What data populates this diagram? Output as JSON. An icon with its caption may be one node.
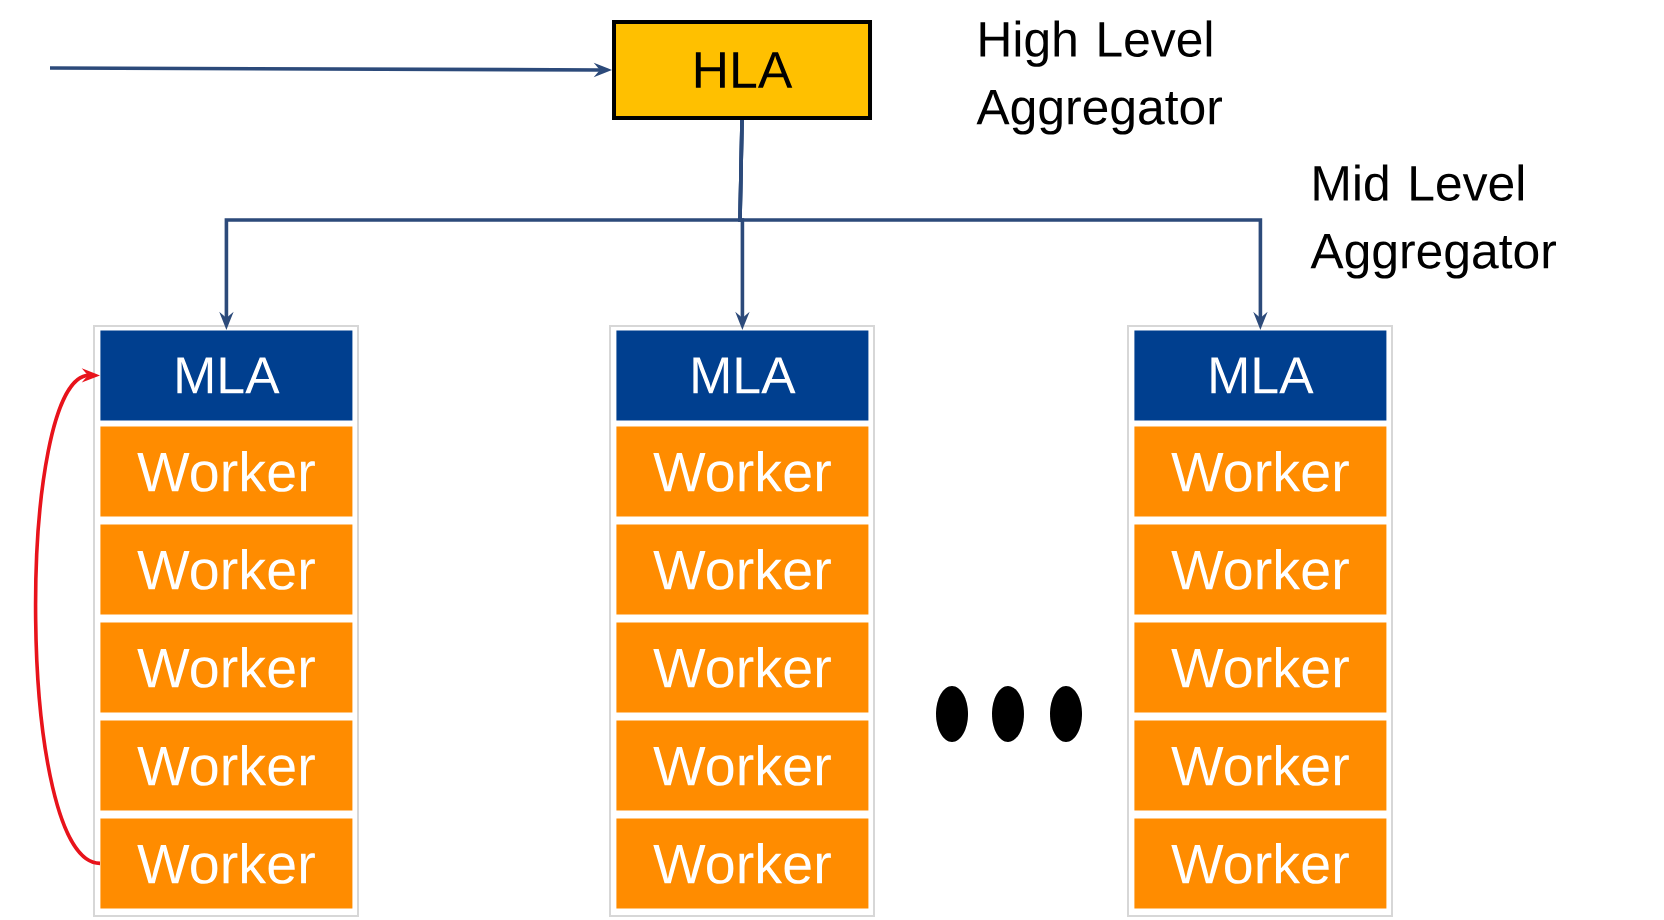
{
  "diagram": {
    "nodes": [
      {
        "text": [
          "HLA"
        ],
        "beside": [
          "High Level Aggregator"
        ]
      },
      {
        "text": [
          "MLA"
        ]
      },
      {
        "text": [
          "Worker"
        ]
      },
      {
        "text": [
          "Worker"
        ]
      },
      {
        "text": [
          "Worker"
        ]
      },
      {
        "text": [
          "Worker"
        ]
      },
      {
        "text": [
          "Worker"
        ]
      },
      {
        "text": [
          "MLA"
        ]
      },
      {
        "text": [
          "Worker"
        ]
      },
      {
        "text": [
          "Worker"
        ]
      },
      {
        "text": [
          "Worker"
        ]
      },
      {
        "text": [
          "Worker"
        ]
      },
      {
        "text": [
          "Worker"
        ]
      },
      {
        "text": [
          "MLA"
        ]
      },
      {
        "text": [
          "Worker"
        ]
      },
      {
        "text": [
          "Worker"
        ]
      },
      {
        "text": [
          "Worker"
        ]
      },
      {
        "text": [
          "Worker"
        ]
      },
      {
        "text": [
          "Worker"
        ]
      }
    ],
    "edges": [
      {
        "from": null,
        "to": 0,
        "arrow": "to"
      },
      {
        "from": 0,
        "to": 1,
        "arrow": "to"
      },
      {
        "from": 0,
        "to": 7,
        "arrow": "to"
      },
      {
        "from": 0,
        "to": 13,
        "arrow": "to"
      },
      {
        "from": 6,
        "to": 1,
        "arrow": "to",
        "color": "#e8131b"
      }
    ],
    "labels": [
      "Mid Level Aggregator"
    ]
  }
}
